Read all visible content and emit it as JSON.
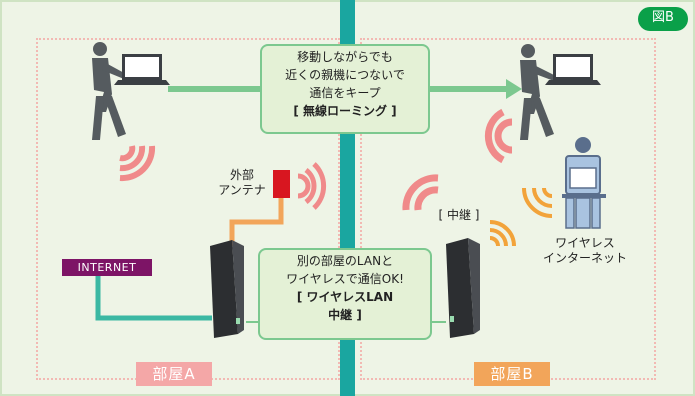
{
  "badge": "図B",
  "rooms": {
    "a_label": "部屋A",
    "b_label": "部屋B"
  },
  "callout_roaming": {
    "line1": "移動しながらでも",
    "line2": "近くの親機につないで",
    "line3": "通信をキープ",
    "line4": "[ 無線ローミング ]"
  },
  "callout_relay": {
    "line1": "別の部屋のLANと",
    "line2": "ワイヤレスで通信OK!",
    "line3": "[ ワイヤレスLAN",
    "line4": "中継 ]"
  },
  "antenna_label": {
    "line1": "外部",
    "line2": "アンテナ"
  },
  "relay_label": "[ 中継 ]",
  "wireless_internet": {
    "line1": "ワイヤレス",
    "line2": "インターネット"
  },
  "internet_label": "INTERNET",
  "colors": {
    "room_bg": "#eef4e6",
    "divider": "#1aa6a0",
    "arrow": "#7cc88f",
    "wave_pink": "#f08a8a",
    "wave_orange": "#f2a33a",
    "badge": "#0aa049",
    "room_a_label": "#f4a7a7",
    "room_b_label": "#f2a55a",
    "internet": "#7d1466",
    "antenna": "#d81620",
    "cable_teal": "#3bb8a3",
    "cable_orange": "#f2a55a"
  }
}
